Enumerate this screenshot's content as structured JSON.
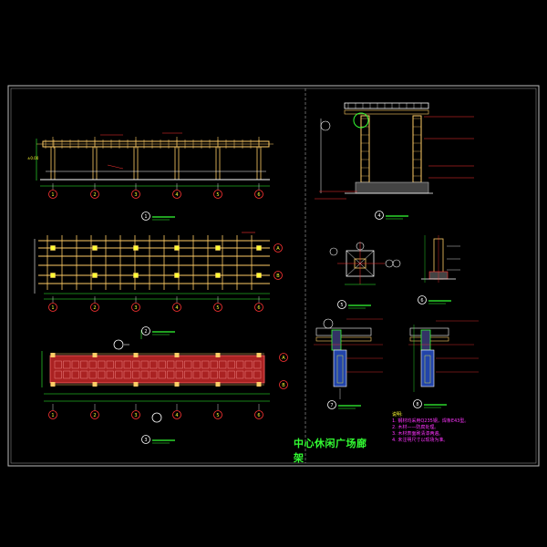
{
  "title": "中心休闲广场廊架",
  "colors": {
    "background": "#000000",
    "title": "#33ff33",
    "axis_marker": "#ffff33",
    "dimension": "#33ff33",
    "annotation": "#ff3333",
    "structure": "#ffcc66",
    "notes": "#ff33ff"
  },
  "axis_labels": {
    "columns": [
      "1",
      "2",
      "3",
      "4",
      "5",
      "6"
    ],
    "rows": [
      "A",
      "B"
    ]
  },
  "view_numbers": [
    "1",
    "2",
    "3",
    "4",
    "5",
    "6",
    "7",
    "8"
  ],
  "notes": {
    "heading": "说明:",
    "items": [
      "1. 钢材均采用Q235钢，焊条E43型。",
      "2. 木材——防腐处理。",
      "3. 木材表面刷清漆两遍。",
      "4. 未注明尺寸以现场为准。"
    ]
  }
}
